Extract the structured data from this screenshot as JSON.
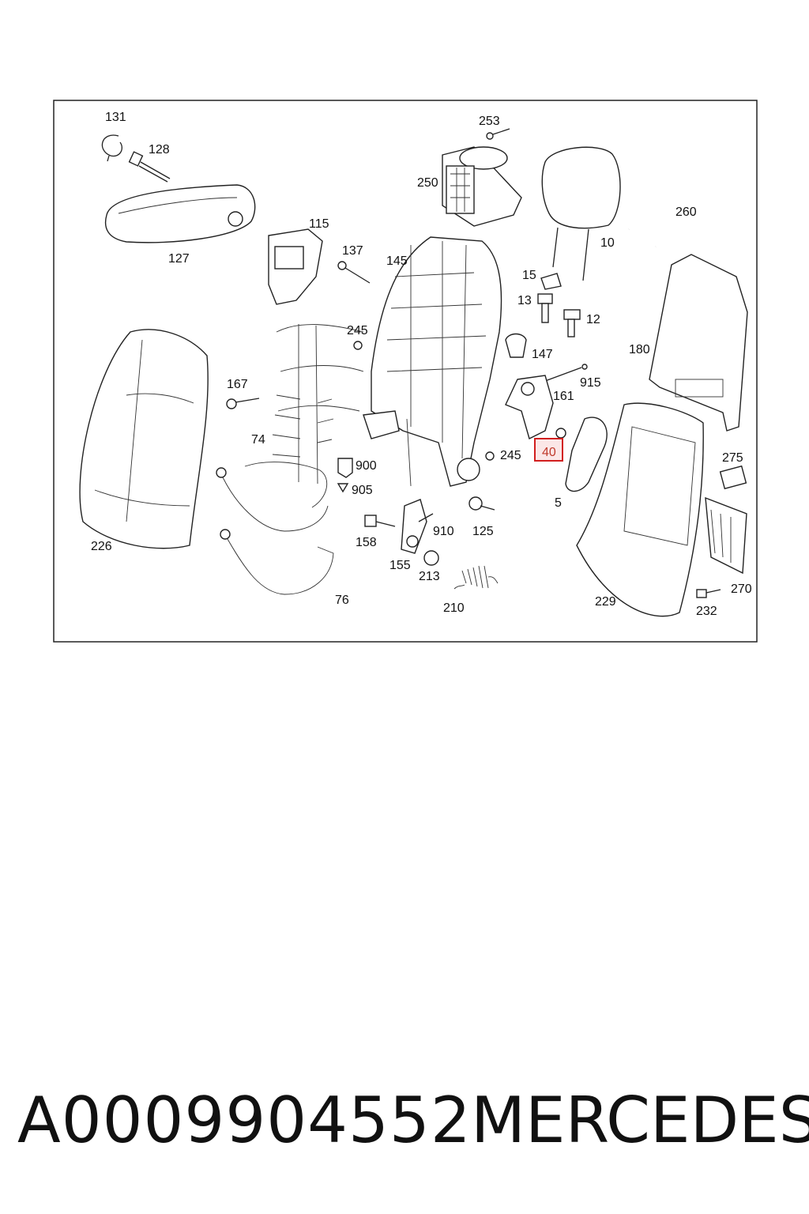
{
  "diagram": {
    "callouts": {
      "c131": "131",
      "c128": "128",
      "c127": "127",
      "c253": "253",
      "c250": "250",
      "c10": "10",
      "c260": "260",
      "c115": "115",
      "c137": "137",
      "c145": "145",
      "c15": "15",
      "c13": "13",
      "c12": "12",
      "c180": "180",
      "c245a": "245",
      "c147": "147",
      "c915": "915",
      "c167": "167",
      "c161": "161",
      "c74": "74",
      "c900": "900",
      "c905": "905",
      "c245b": "245",
      "c40": "40",
      "c275": "275",
      "c5": "5",
      "c910": "910",
      "c125": "125",
      "c158": "158",
      "c226": "226",
      "c155": "155",
      "c213": "213",
      "c270": "270",
      "c76": "76",
      "c210": "210",
      "c229": "229",
      "c232": "232"
    },
    "highlighted_callout": "40",
    "highlight_color": "#d21f1f"
  },
  "footer": {
    "part_number": "A0009904552",
    "brand": "MERCEDES"
  }
}
